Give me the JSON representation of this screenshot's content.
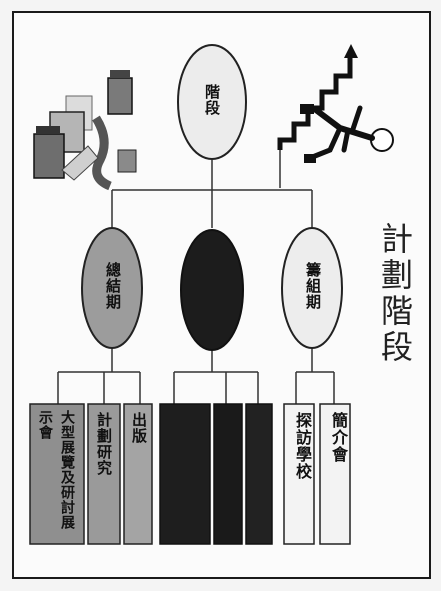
{
  "page": {
    "title": "計劃階段"
  },
  "diagram": {
    "root": {
      "label": "階段"
    },
    "phases": [
      {
        "label": "籌組期",
        "style": "light",
        "children": [
          {
            "label": "簡介會"
          },
          {
            "label": "探訪學校"
          }
        ]
      },
      {
        "label": "",
        "style": "dark",
        "children": [
          {
            "label": ""
          },
          {
            "label": ""
          },
          {
            "label": ""
          }
        ]
      },
      {
        "label": "總結期",
        "style": "medium",
        "children": [
          {
            "label": "出版"
          },
          {
            "label": "計劃研究"
          },
          {
            "label": "大型展覽及研討展示會"
          }
        ]
      }
    ]
  },
  "colors": {
    "light": "#ededed",
    "medium": "#9c9c9c",
    "dark": "#1c1c1c",
    "line": "#333333"
  },
  "illustrations": {
    "top_left": "building-blocks-illustration",
    "top_right": "running-figure-on-stairs-illustration"
  }
}
